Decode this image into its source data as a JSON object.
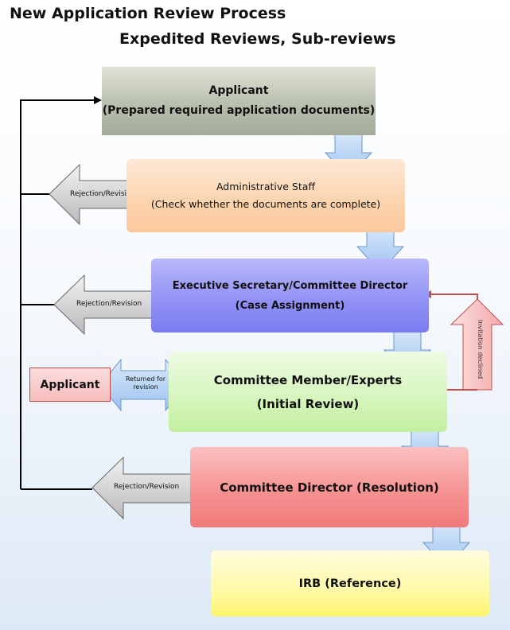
{
  "title": {
    "line1": "New Application Review Process",
    "line2": "Expedited Reviews, Sub-reviews"
  },
  "steps": {
    "applicant": {
      "line1": "Applicant",
      "line2": "(Prepared required application documents)"
    },
    "admin_staff": {
      "line1": "Administrative Staff",
      "line2": "(Check whether the documents are complete)"
    },
    "executive_secretary": {
      "line1": "Executive Secretary/Committee Director",
      "line2": "(Case Assignment)"
    },
    "committee_member": {
      "line1": "Committee Member/Experts",
      "line2": "(Initial Review)"
    },
    "committee_director": {
      "line1": "Committee Director (Resolution)"
    },
    "irb": {
      "line1": "IRB (Reference)"
    }
  },
  "side_applicant": {
    "label": "Applicant"
  },
  "arrows": {
    "rejection_1": "Rejection/Revision",
    "rejection_2": "Rejection/Revision",
    "rejection_3": "Rejection/Revision",
    "returned": "Returned for revision",
    "invitation": "Invitation declined"
  },
  "colors": {
    "down_arrow_fill": "#bcd6f4",
    "down_arrow_stroke": "#6d97c9",
    "gray_arrow_fill": "#d6d6d6",
    "red_arrow_fill": "#f9c9c9",
    "red_arrow_stroke": "#c05050"
  }
}
